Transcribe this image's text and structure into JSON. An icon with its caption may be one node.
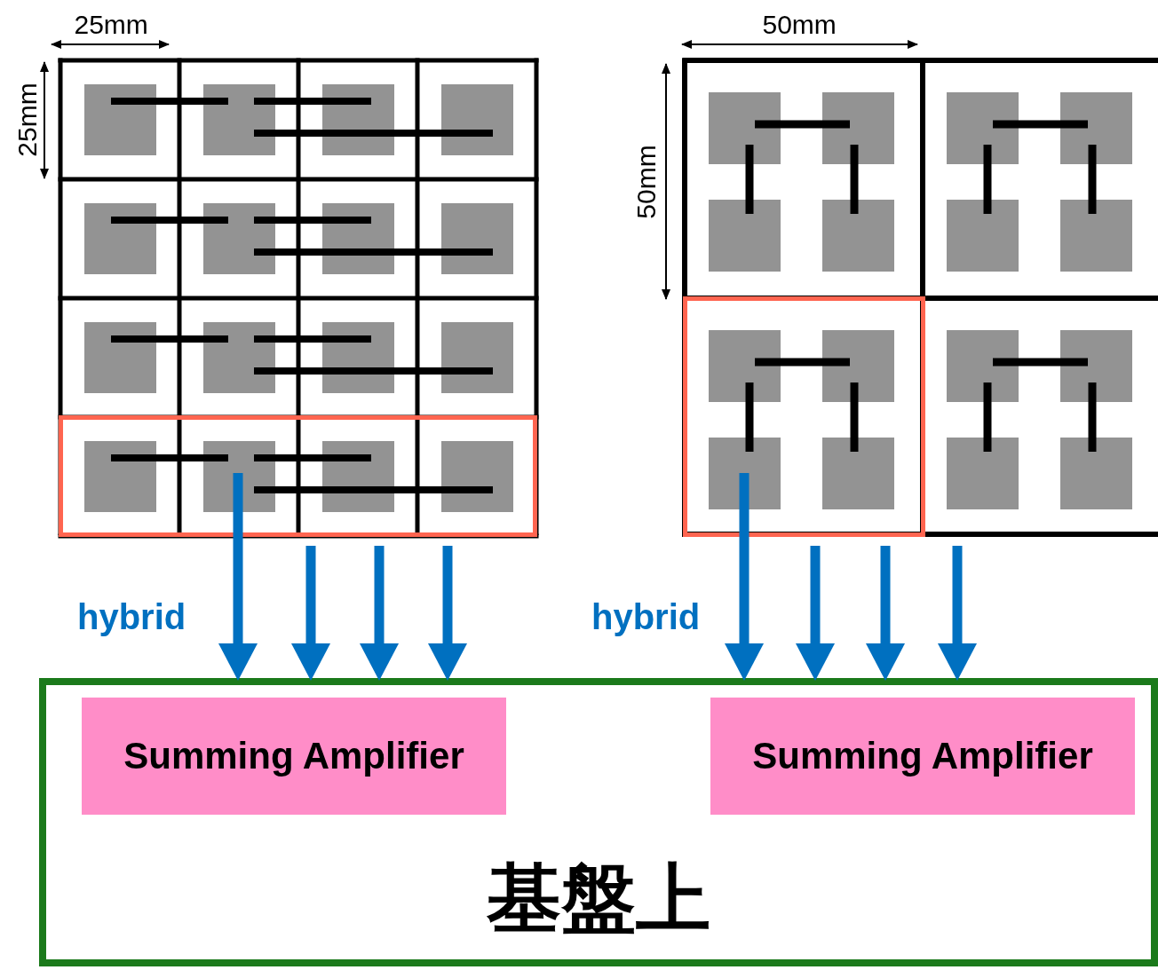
{
  "diagram": {
    "nodes": [
      {
        "text": [],
        "shape": "box"
      },
      {
        "text": [],
        "shape": "box"
      },
      {
        "text": [
          "基盤上"
        ]
      },
      {
        "text": [
          "Summing Amplifier"
        ],
        "in": 2
      },
      {
        "text": [
          "Summing Amplifier"
        ],
        "in": 2
      }
    ],
    "edges": [
      {
        "from": 0,
        "to": 2,
        "arrow": "to"
      },
      {
        "from": 0,
        "to": 2,
        "arrow": "to"
      },
      {
        "from": 0,
        "to": 2,
        "arrow": "to"
      },
      {
        "from": 0,
        "to": 2,
        "arrow": "to"
      },
      {
        "from": 1,
        "to": 2,
        "arrow": "to"
      },
      {
        "from": 1,
        "to": 2,
        "arrow": "to"
      },
      {
        "from": 1,
        "to": 2,
        "arrow": "to"
      },
      {
        "from": 1,
        "to": 2,
        "arrow": "to"
      }
    ],
    "labels": [
      "25mm",
      "25mm",
      "50mm",
      "50mm",
      "hybrid",
      "hybrid"
    ]
  }
}
